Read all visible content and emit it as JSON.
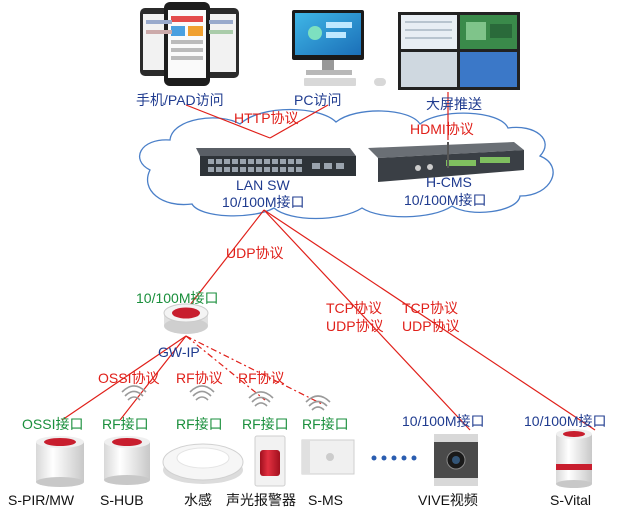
{
  "top_devices": {
    "mobile": "手机/PAD访问",
    "pc": "PC访问",
    "bigscreen": "大屏推送"
  },
  "cloud_protocols": {
    "http": "HTTP协议",
    "hdmi": "HDMI协议"
  },
  "lan_switch": {
    "name": "LAN SW",
    "interface": "10/100M接口"
  },
  "hcms": {
    "name": "H-CMS",
    "interface": "10/100M接口"
  },
  "udp_to_gateway": "UDP协议",
  "gateway": {
    "interface": "10/100M接口",
    "name": "GW-IP"
  },
  "tcp_udp_links": [
    {
      "tcp": "TCP协议",
      "udp": "UDP协议"
    },
    {
      "tcp": "TCP协议",
      "udp": "UDP协议"
    }
  ],
  "gateway_protocols": {
    "ossi": "OSSI协议",
    "rf1": "RF协议",
    "rf2": "RF协议"
  },
  "sensor_interfaces": [
    "OSSI接口",
    "RF接口",
    "RF接口",
    "RF接口",
    "RF接口"
  ],
  "sensor_names": [
    "S-PIR/MW",
    "S-HUB",
    "水感",
    "声光报警器",
    "S-MS"
  ],
  "far_devices": [
    {
      "interface": "10/100M接口",
      "name": "VIVE视频"
    },
    {
      "interface": "10/100M接口",
      "name": "S-Vital"
    }
  ],
  "colors": {
    "cloud": "#4a7fc8",
    "link": "#e0201a",
    "label_blue": "#1f3b8f",
    "label_red": "#e0201a",
    "label_green": "#1a8f3c"
  }
}
